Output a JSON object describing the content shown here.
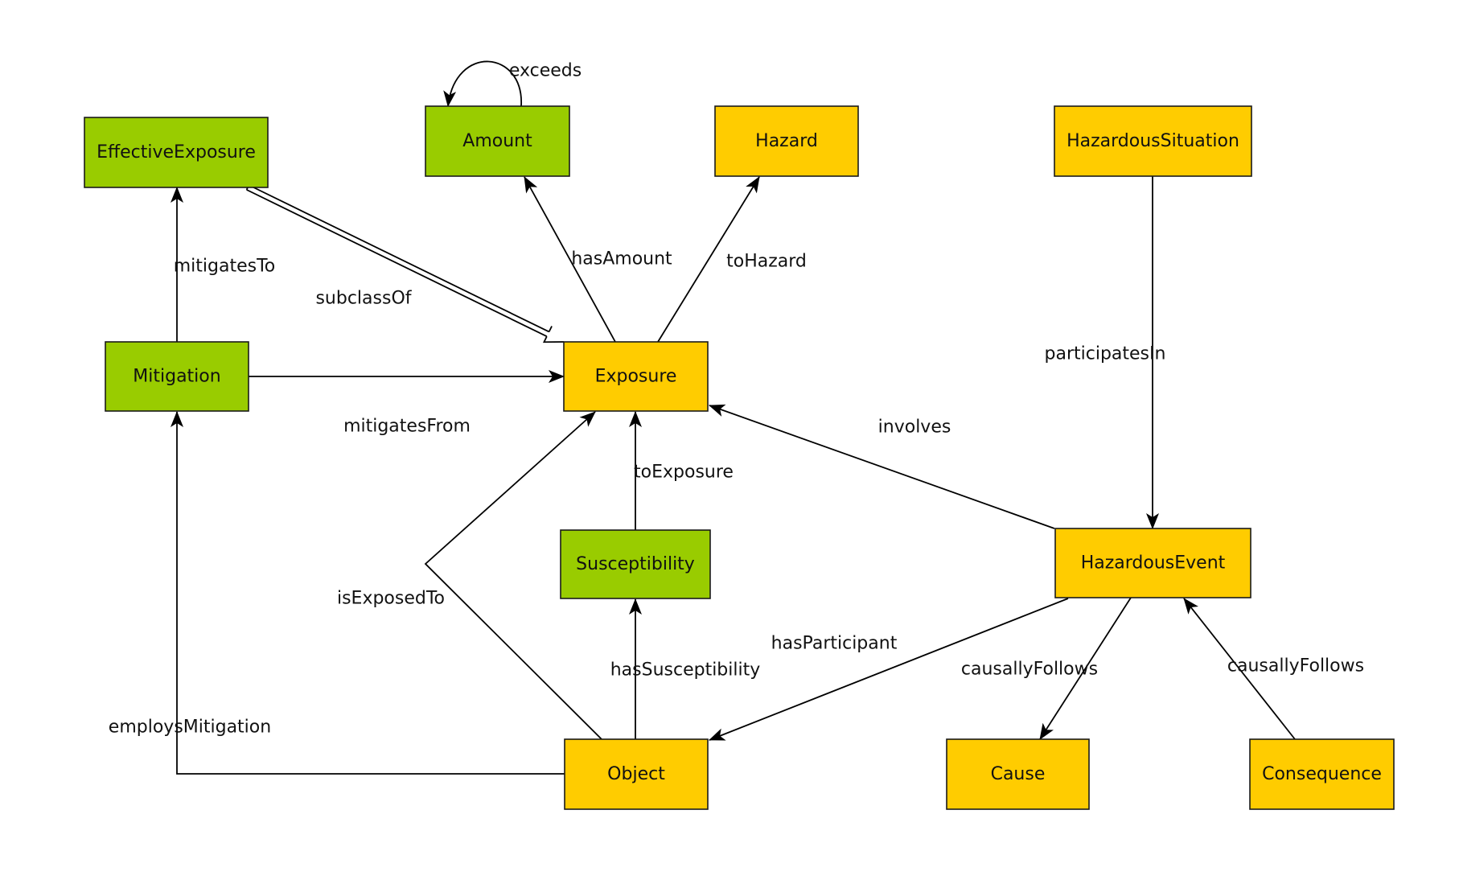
{
  "colors": {
    "concept_green": "#99cc00",
    "concept_yellow": "#ffcc00",
    "border": "#1a1a1a",
    "edge": "#000000",
    "text": "#111111"
  },
  "nodes": [
    {
      "id": "EffectiveExposure",
      "label": "EffectiveExposure",
      "color": "concept_green"
    },
    {
      "id": "Amount",
      "label": "Amount",
      "color": "concept_green"
    },
    {
      "id": "Hazard",
      "label": "Hazard",
      "color": "concept_yellow"
    },
    {
      "id": "HazardousSituation",
      "label": "HazardousSituation",
      "color": "concept_yellow"
    },
    {
      "id": "Mitigation",
      "label": "Mitigation",
      "color": "concept_green"
    },
    {
      "id": "Exposure",
      "label": "Exposure",
      "color": "concept_yellow"
    },
    {
      "id": "Susceptibility",
      "label": "Susceptibility",
      "color": "concept_green"
    },
    {
      "id": "HazardousEvent",
      "label": "HazardousEvent",
      "color": "concept_yellow"
    },
    {
      "id": "Object",
      "label": "Object",
      "color": "concept_yellow"
    },
    {
      "id": "Cause",
      "label": "Cause",
      "color": "concept_yellow"
    },
    {
      "id": "Consequence",
      "label": "Consequence",
      "color": "concept_yellow"
    }
  ],
  "edges": [
    {
      "id": "exceeds",
      "label": "exceeds",
      "from": "Amount",
      "to": "Amount",
      "kind": "arrow"
    },
    {
      "id": "mitigatesTo",
      "label": "mitigatesTo",
      "from": "Mitigation",
      "to": "EffectiveExposure",
      "kind": "arrow"
    },
    {
      "id": "subclassOf",
      "label": "subclassOf",
      "from": "EffectiveExposure",
      "to": "Exposure",
      "kind": "subclass"
    },
    {
      "id": "hasAmount",
      "label": "hasAmount",
      "from": "Exposure",
      "to": "Amount",
      "kind": "arrow"
    },
    {
      "id": "toHazard",
      "label": "toHazard",
      "from": "Exposure",
      "to": "Hazard",
      "kind": "arrow"
    },
    {
      "id": "mitigatesFrom",
      "label": "mitigatesFrom",
      "from": "Mitigation",
      "to": "Exposure",
      "kind": "arrow"
    },
    {
      "id": "toExposure",
      "label": "toExposure",
      "from": "Susceptibility",
      "to": "Exposure",
      "kind": "arrow"
    },
    {
      "id": "involves",
      "label": "involves",
      "from": "HazardousEvent",
      "to": "Exposure",
      "kind": "arrow"
    },
    {
      "id": "participatesIn",
      "label": "participatesIn",
      "from": "HazardousSituation",
      "to": "HazardousEvent",
      "kind": "arrow"
    },
    {
      "id": "isExposedTo",
      "label": "isExposedTo",
      "from": "Object",
      "to": "Exposure",
      "kind": "arrow"
    },
    {
      "id": "hasParticipant",
      "label": "hasParticipant",
      "from": "HazardousEvent",
      "to": "Object",
      "kind": "arrow"
    },
    {
      "id": "hasSusceptibility",
      "label": "hasSusceptibility",
      "from": "Object",
      "to": "Susceptibility",
      "kind": "arrow"
    },
    {
      "id": "causallyFollowsCause",
      "label": "causallyFollows",
      "from": "HazardousEvent",
      "to": "Cause",
      "kind": "arrow"
    },
    {
      "id": "causallyFollowsConsequence",
      "label": "causallyFollows",
      "from": "Consequence",
      "to": "HazardousEvent",
      "kind": "arrow"
    },
    {
      "id": "employsMitigation",
      "label": "employsMitigation",
      "from": "Object",
      "to": "Mitigation",
      "kind": "arrow"
    }
  ]
}
